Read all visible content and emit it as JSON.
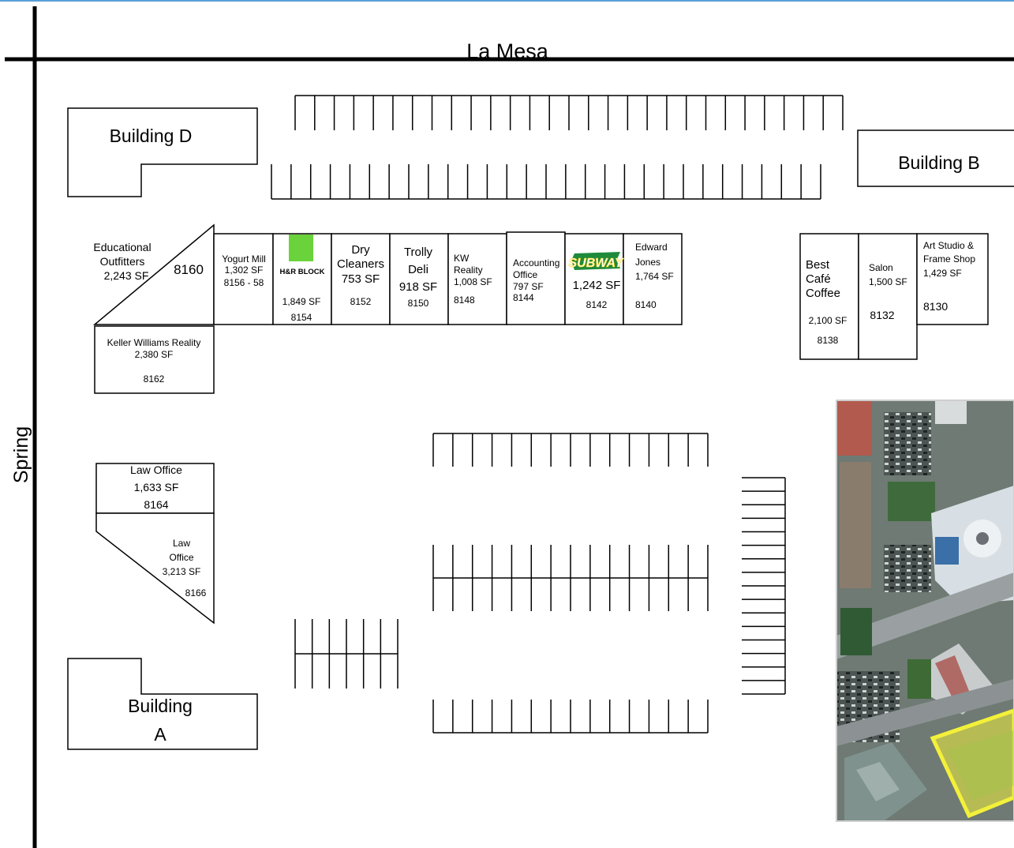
{
  "streets": {
    "north": "La Mesa",
    "west": "Spring"
  },
  "buildings": {
    "d": "Building D",
    "b": "Building B",
    "a_line1": "Building",
    "a_line2": "A"
  },
  "units": {
    "u8160": {
      "line1": "Educational",
      "line2": "Outfitters",
      "sf": "2,243 SF",
      "num": "8160"
    },
    "u8156": {
      "name": "Yogurt Mill",
      "sf": "1,302 SF",
      "num": "8156 - 58"
    },
    "u8154": {
      "logo": "H&R BLOCK",
      "sf": "1,849 SF",
      "num": "8154"
    },
    "u8152": {
      "line1": "Dry",
      "line2": "Cleaners",
      "sf": "753 SF",
      "num": "8152"
    },
    "u8150": {
      "line1": "Trolly",
      "line2": "Deli",
      "sf": "918 SF",
      "num": "8150"
    },
    "u8148": {
      "line1": "KW",
      "line2": "Reality",
      "sf": "1,008 SF",
      "num": "8148"
    },
    "u8144": {
      "line1": "Accounting",
      "line2": "Office",
      "sf": "797 SF",
      "num": "8144"
    },
    "u8142": {
      "logo": "SUBWAY",
      "sf": "1,242 SF",
      "num": "8142"
    },
    "u8140": {
      "line1": "Edward",
      "line2": "Jones",
      "sf": "1,764 SF",
      "num": "8140"
    },
    "u8162": {
      "name": "Keller Williams Reality",
      "sf": "2,380 SF",
      "num": "8162"
    },
    "u8164": {
      "name": "Law Office",
      "sf": "1,633 SF",
      "num": "8164"
    },
    "u8166": {
      "line1": "Law",
      "line2": "Office",
      "sf": "3,213 SF",
      "num": "8166"
    },
    "u8138": {
      "line1": "Best",
      "line2": "Café",
      "line3": "Coffee",
      "sf": "2,100 SF",
      "num": "8138"
    },
    "u8132": {
      "name": "Salon",
      "sf": "1,500 SF",
      "num": "8132"
    },
    "u8130": {
      "line1": "Art Studio &",
      "line2": "Frame Shop",
      "sf": "1,429 SF",
      "num": "8130"
    }
  },
  "colors": {
    "hr_block": "#6ad23a",
    "subway_green": "#1e8a3c",
    "subway_yellow": "#ffd200",
    "highlight": "#f3f03a",
    "aerial_base": "#6e7a73",
    "accent_line": "#5aa0d8"
  }
}
